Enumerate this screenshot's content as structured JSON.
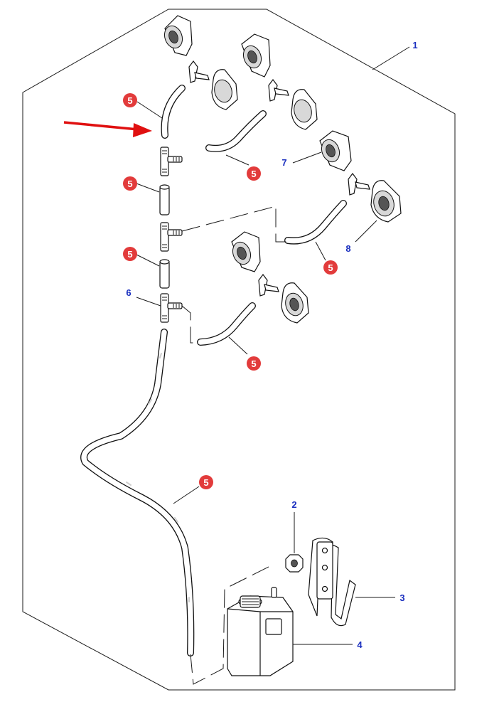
{
  "callouts": {
    "frame": "1",
    "nut": "2",
    "bracket": "3",
    "reservoir": "4",
    "hose": "5",
    "tee": "6",
    "nozzle_left": "7",
    "nozzle_right": "8"
  },
  "colors": {
    "highlight_badge": "#e23b3b",
    "callout_number": "#1a2fbf",
    "pointer_arrow": "#e01010"
  }
}
